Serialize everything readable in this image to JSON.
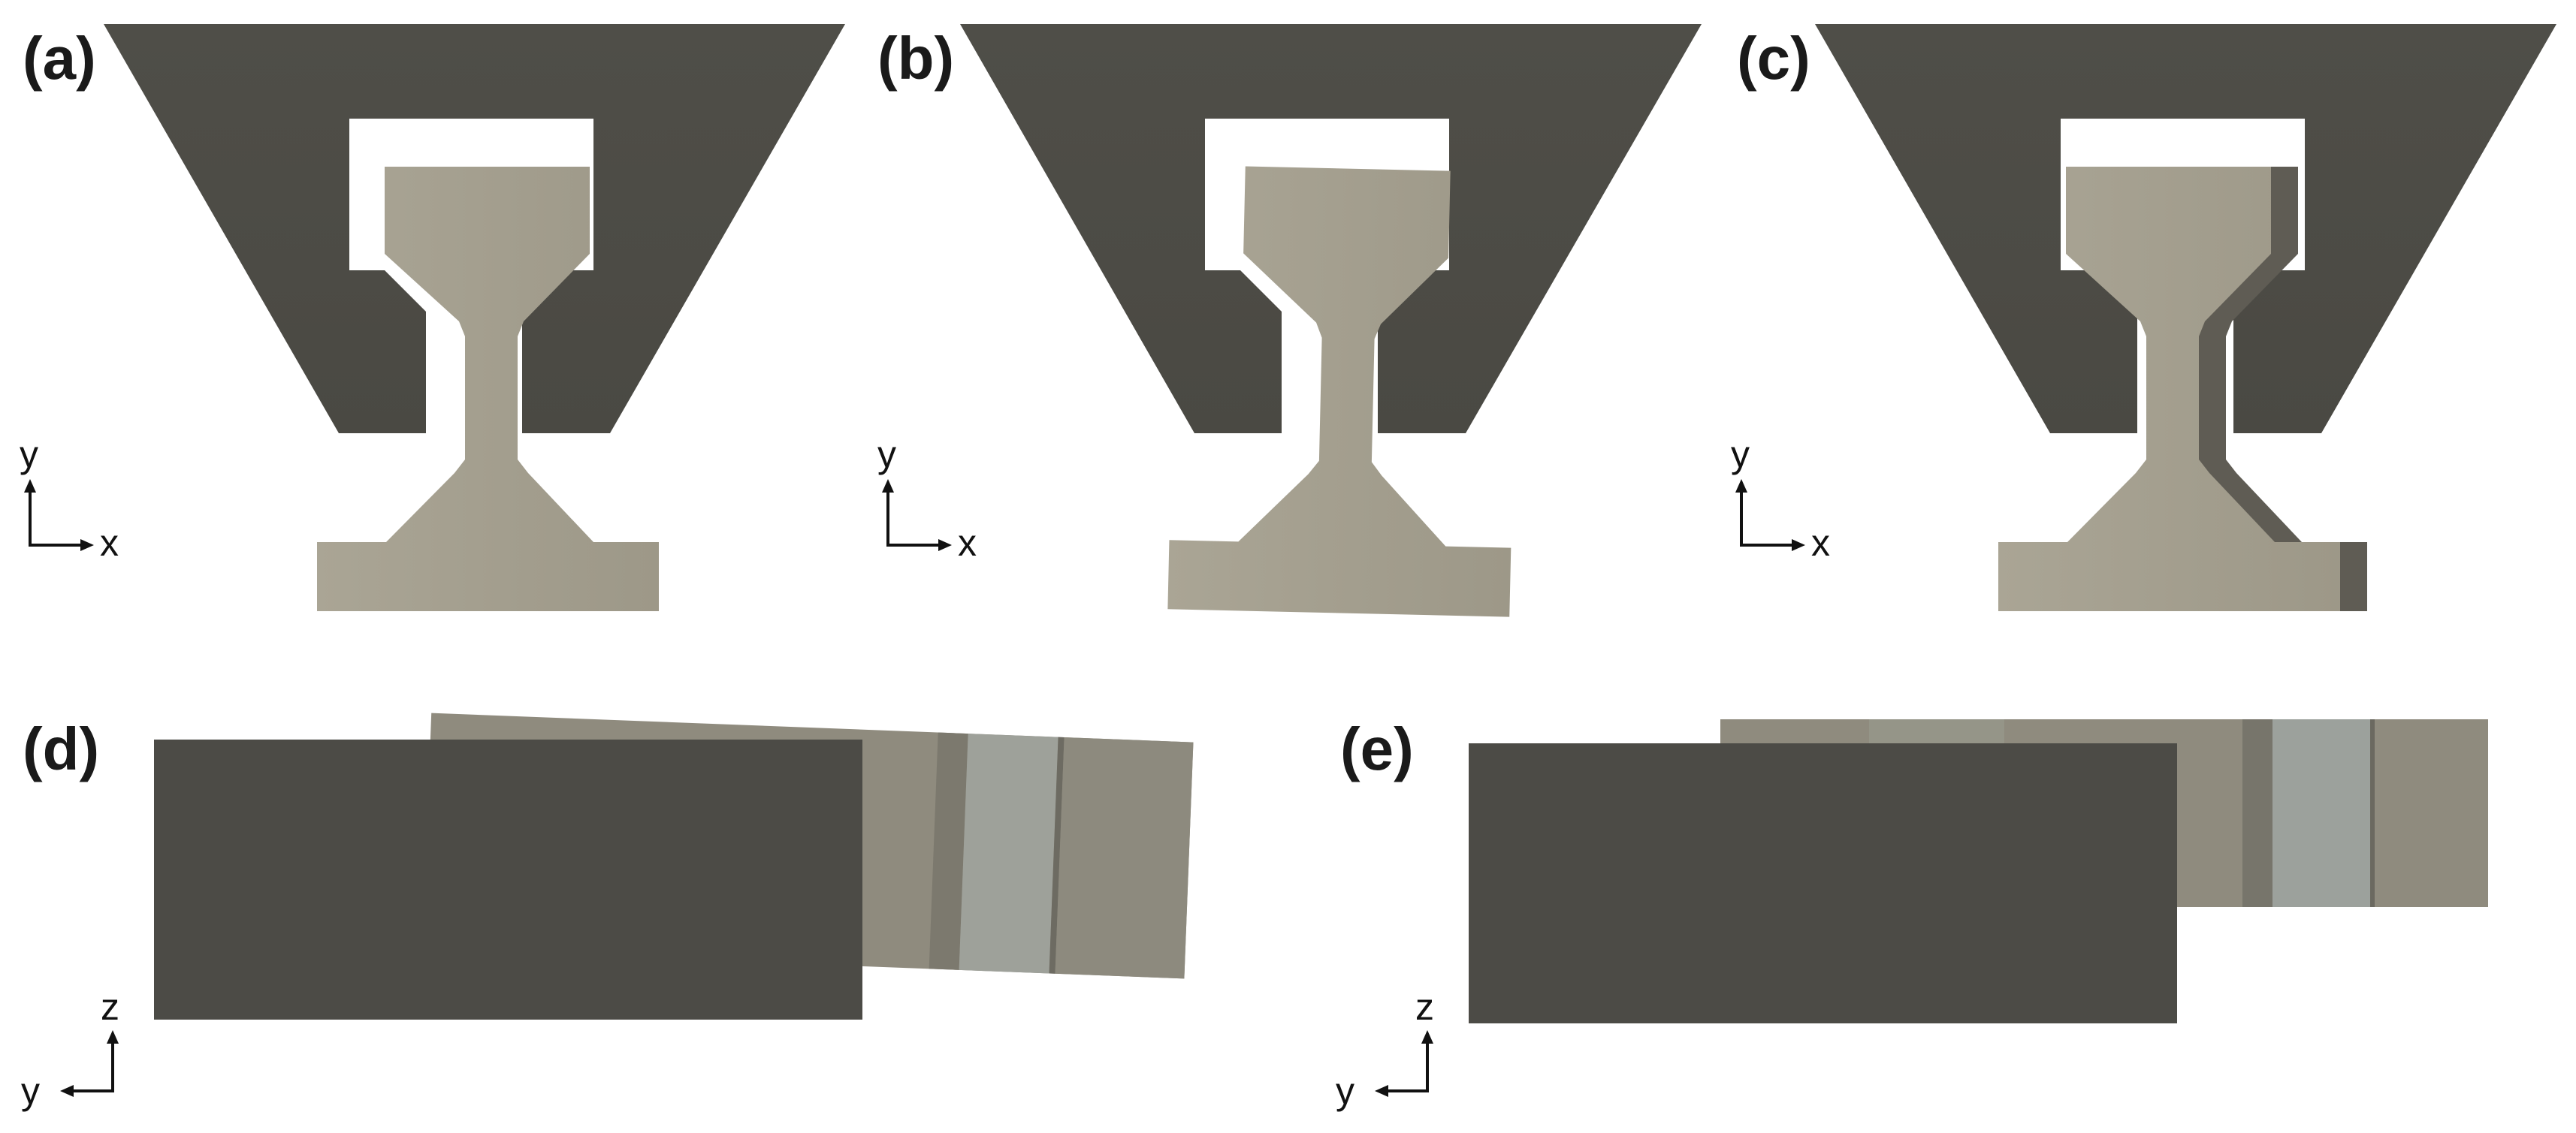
{
  "panels": [
    {
      "id": "a",
      "label": "(a)",
      "view": "front",
      "axes": {
        "vertical": "y",
        "horizontal": "x"
      }
    },
    {
      "id": "b",
      "label": "(b)",
      "view": "front",
      "axes": {
        "vertical": "y",
        "horizontal": "x"
      }
    },
    {
      "id": "c",
      "label": "(c)",
      "view": "front",
      "axes": {
        "vertical": "y",
        "horizontal": "x"
      }
    },
    {
      "id": "d",
      "label": "(d)",
      "view": "side",
      "axes": {
        "vertical": "z",
        "horizontal": "y"
      }
    },
    {
      "id": "e",
      "label": "(e)",
      "view": "side",
      "axes": {
        "vertical": "z",
        "horizontal": "y"
      }
    }
  ],
  "colors": {
    "housing": "#4e4d47",
    "part": "#a39e8e",
    "part_light": "#b2ad9f",
    "part_shadow": "#605d55",
    "background": "#ffffff",
    "axis": "#111111"
  }
}
